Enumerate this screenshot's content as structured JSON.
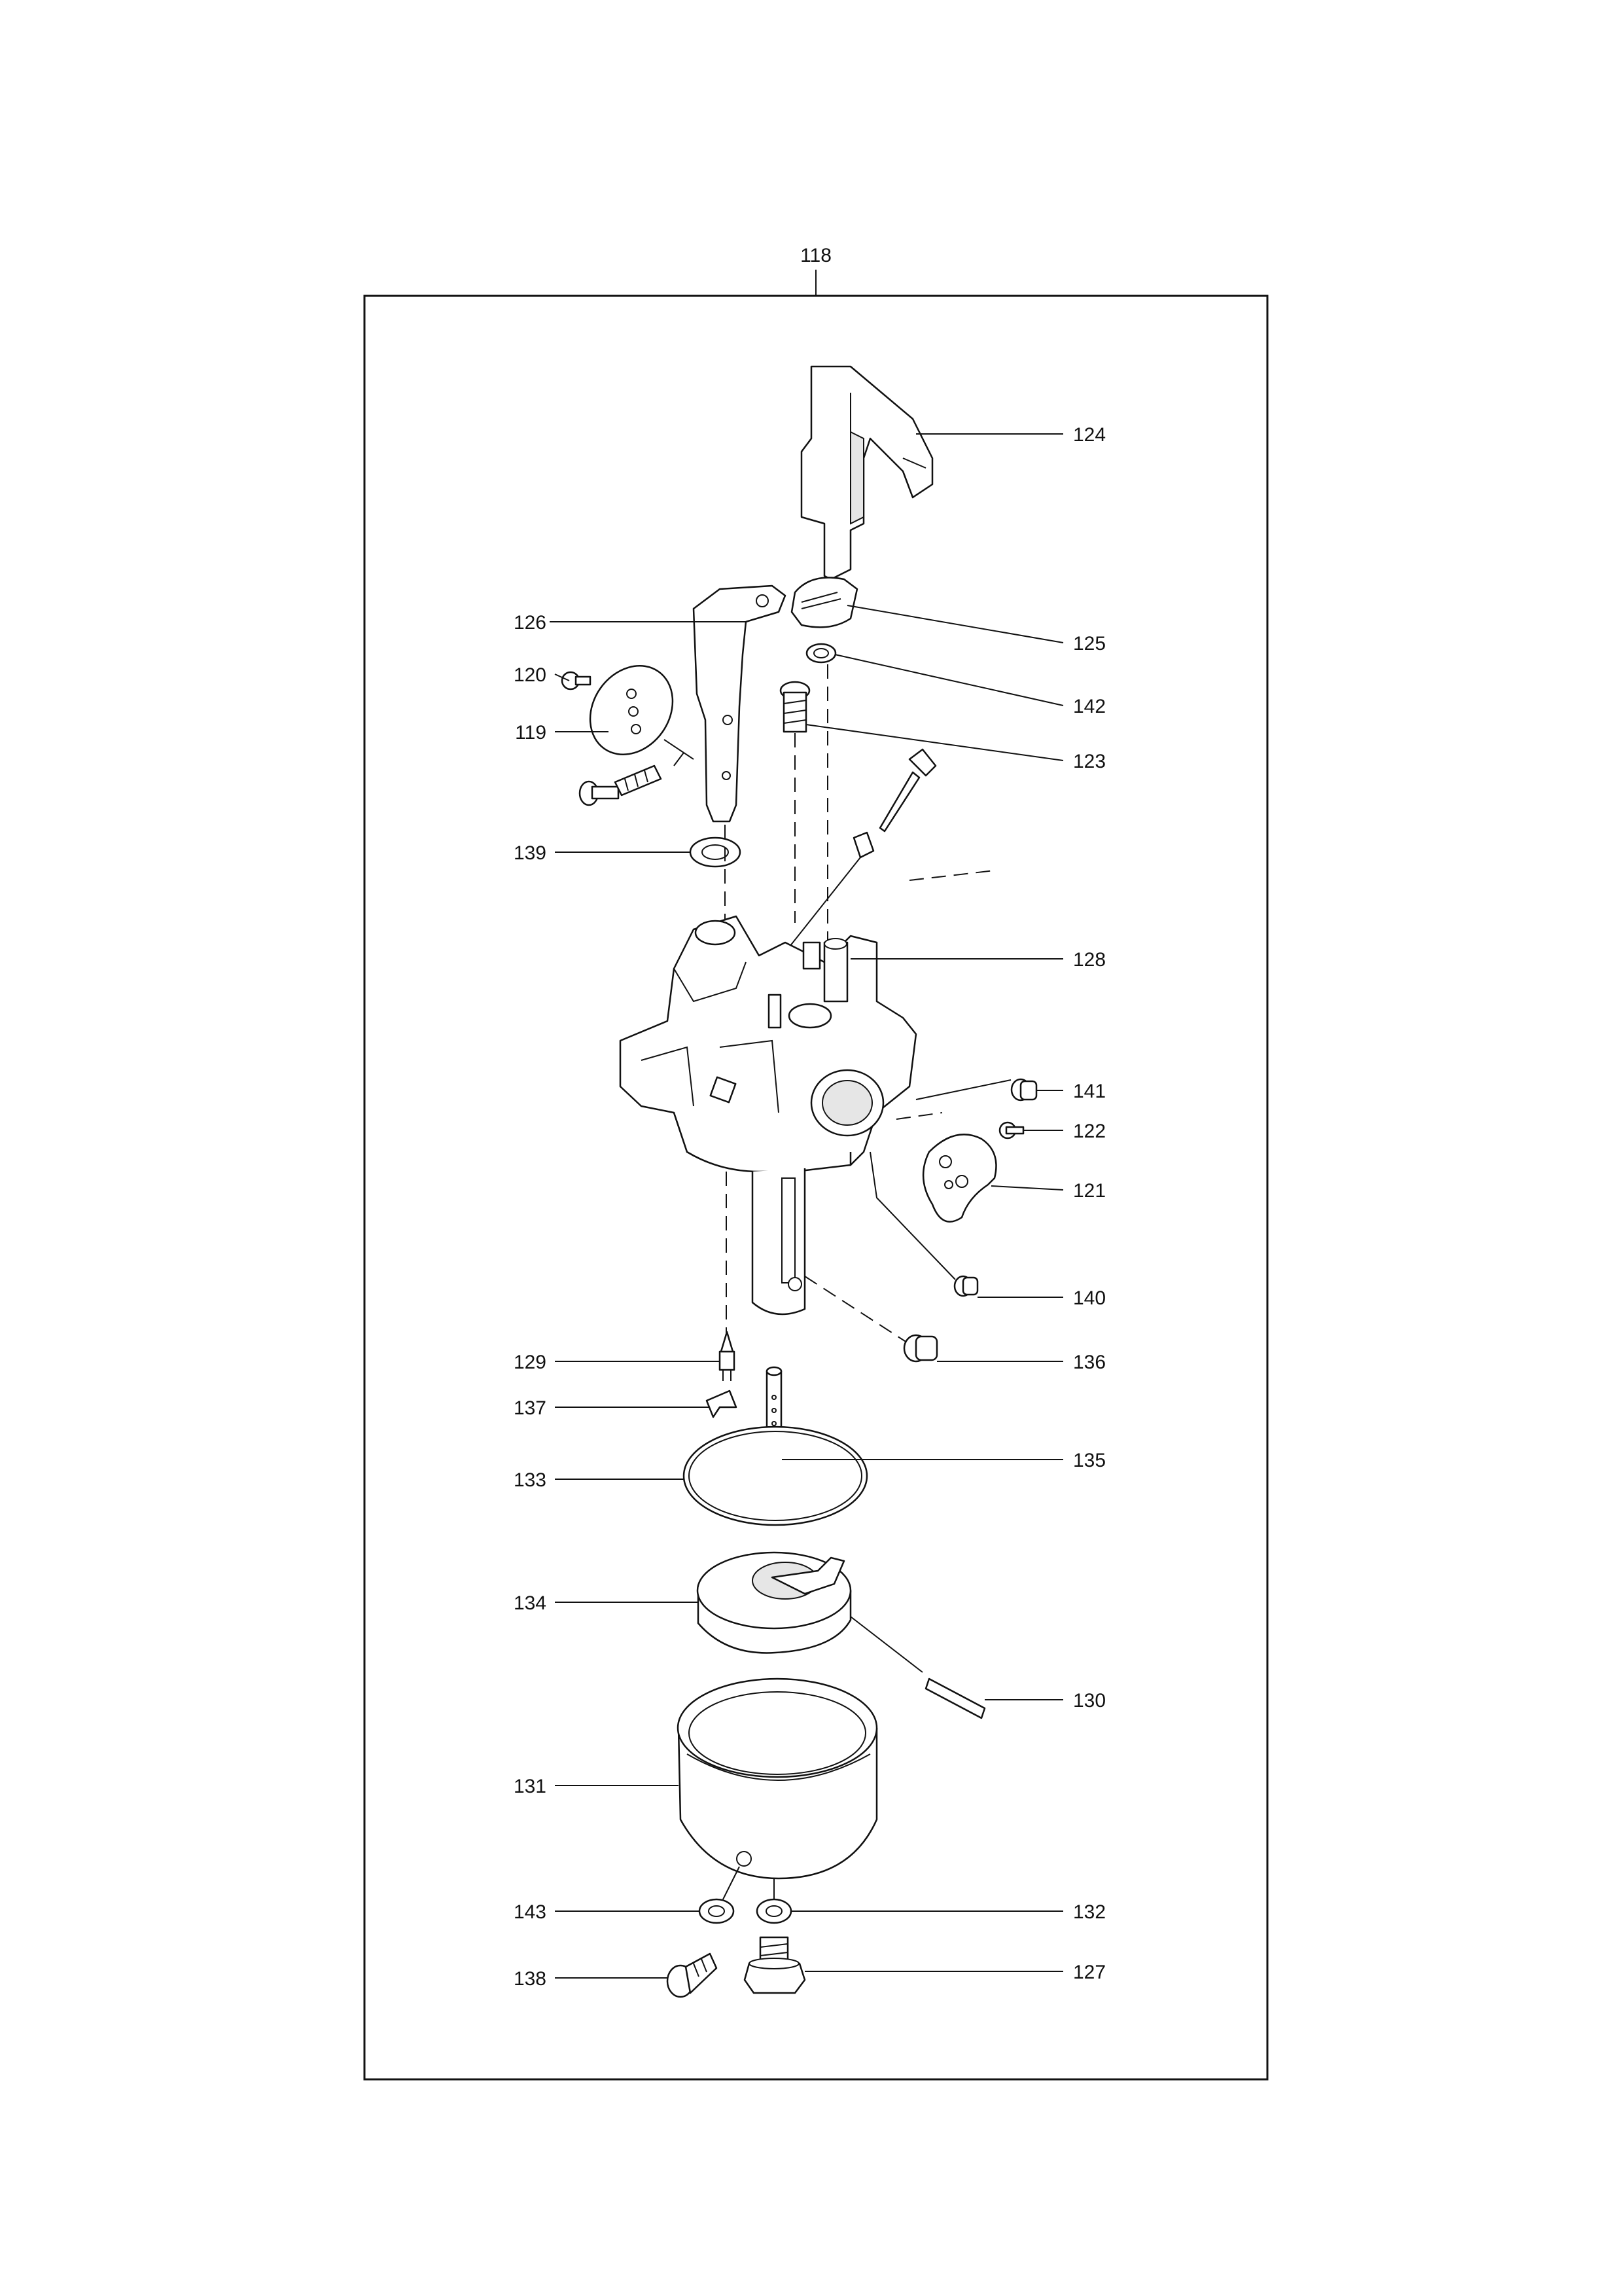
{
  "assembly": {
    "number": "118"
  },
  "callouts": [
    {
      "key": "124",
      "text": "124"
    },
    {
      "key": "126",
      "text": "126"
    },
    {
      "key": "125",
      "text": "125"
    },
    {
      "key": "120",
      "text": "120"
    },
    {
      "key": "142",
      "text": "142"
    },
    {
      "key": "119",
      "text": "119"
    },
    {
      "key": "123",
      "text": "123"
    },
    {
      "key": "139",
      "text": "139"
    },
    {
      "key": "128",
      "text": "128"
    },
    {
      "key": "141",
      "text": "141"
    },
    {
      "key": "122",
      "text": "122"
    },
    {
      "key": "121",
      "text": "121"
    },
    {
      "key": "140",
      "text": "140"
    },
    {
      "key": "129",
      "text": "129"
    },
    {
      "key": "136",
      "text": "136"
    },
    {
      "key": "137",
      "text": "137"
    },
    {
      "key": "135",
      "text": "135"
    },
    {
      "key": "133",
      "text": "133"
    },
    {
      "key": "134",
      "text": "134"
    },
    {
      "key": "130",
      "text": "130"
    },
    {
      "key": "131",
      "text": "131"
    },
    {
      "key": "143",
      "text": "143"
    },
    {
      "key": "132",
      "text": "132"
    },
    {
      "key": "138",
      "text": "138"
    },
    {
      "key": "127",
      "text": "127"
    }
  ]
}
